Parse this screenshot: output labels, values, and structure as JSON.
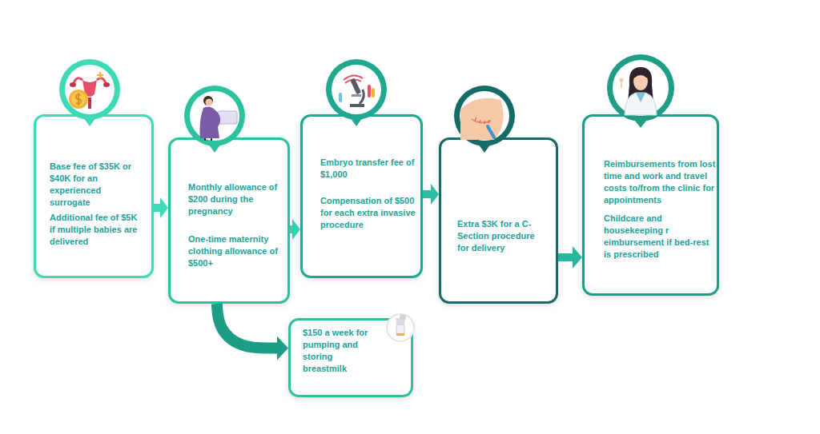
{
  "diagram": {
    "nodes": [
      {
        "text": [
          "Base fee of $35K or $40K for an experienced surrogate",
          "Additional fee of $5K if multiple babies are delivered"
        ]
      },
      {
        "text": [
          "Monthly allowance of $200 during the pregnancy",
          "One-time maternity clothing allowance of $500+"
        ]
      },
      {
        "text": [
          "Embryo transfer fee of $1,000",
          "Compensation of $500 for each extra invasive procedure"
        ]
      },
      {
        "text": [
          "Extra $3K for a C-Section procedure for delivery"
        ]
      },
      {
        "text": [
          "Reimbursements from lost time and work and travel costs to/from the clinic for appointments",
          "Childcare and housekeeping r eimbursement if bed-rest is prescribed"
        ]
      },
      {
        "text": [
          "$150 a week for pumping and storing breastmilk"
        ]
      }
    ],
    "edges": [
      {
        "from": 0,
        "to": 1,
        "arrow": "to"
      },
      {
        "from": 1,
        "to": 2,
        "arrow": "to"
      },
      {
        "from": 2,
        "to": 3,
        "arrow": "to"
      },
      {
        "from": 3,
        "to": 4,
        "arrow": "to"
      },
      {
        "from": 1,
        "to": 5,
        "arrow": "to"
      }
    ]
  }
}
